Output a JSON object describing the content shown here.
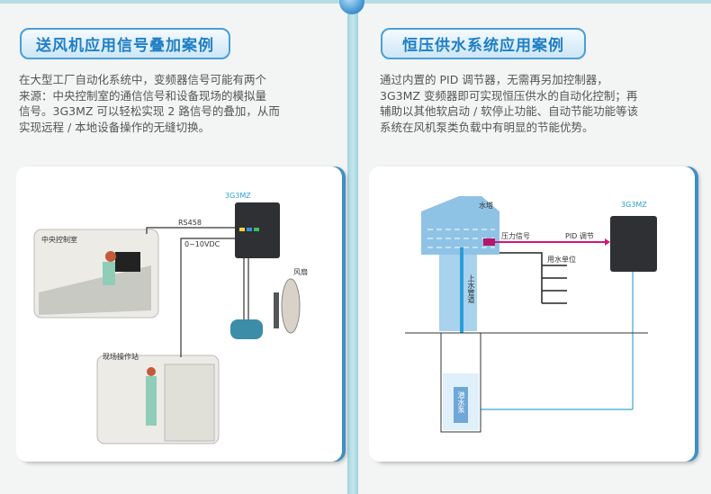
{
  "left": {
    "title": "送风机应用信号叠加案例",
    "lines": [
      "在大型工厂自动化系统中，变频器信号可能有两个",
      "来源：中央控制室的通信信号和设备现场的模拟量",
      "信号。3G3MZ 可以轻松实现 2 路信号的叠加，从而",
      "实现远程 / 本地设备操作的无缝切换。"
    ],
    "diagram": {
      "inverter": "3G3MZ",
      "rs": "RS458",
      "analog": "0~10VDC",
      "central": "中央控制室",
      "field": "现场操作站",
      "fan": "风扇"
    }
  },
  "right": {
    "title": "恒压供水系统应用案例",
    "lines": [
      "通过内置的 PID 调节器，无需再另加控制器，",
      "3G3MZ 变频器即可实现恒压供水的自动化控制；再",
      "辅助以其他软启动 / 软停止功能、自动节能功能等该",
      "系统在风机泵类负载中有明显的节能优势。"
    ],
    "diagram": {
      "tower": "水塔",
      "pressure": "压力信号",
      "pid": "PID 调节",
      "inverter": "3G3MZ",
      "users": "用水单位",
      "pipe": "上水管道",
      "pump": "潜水泵"
    }
  },
  "colors": {
    "accent": "#1f7fc4",
    "signal": "#d0187a",
    "pipe": "#3aa8d0"
  }
}
